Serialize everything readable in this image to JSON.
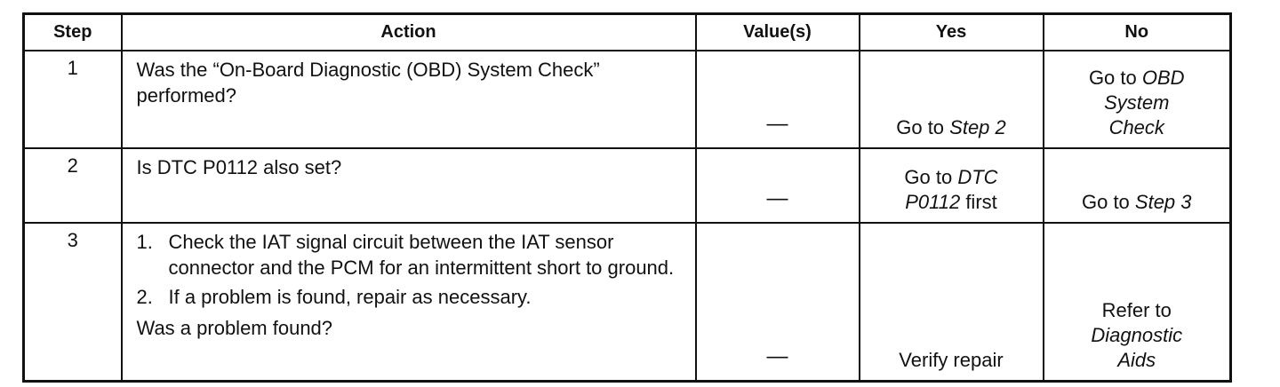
{
  "headers": {
    "step": "Step",
    "action": "Action",
    "values": "Value(s)",
    "yes": "Yes",
    "no": "No"
  },
  "rows": [
    {
      "step": "1",
      "action": "Was the “On-Board Diagnostic (OBD) System Check” performed?",
      "value": "—",
      "yes": {
        "prefix": "Go to ",
        "ref": "Step 2"
      },
      "no": {
        "prefix": "Go to ",
        "ref_line1": "OBD",
        "ref_line2": "System",
        "ref_line3": "Check"
      }
    },
    {
      "step": "2",
      "action": "Is DTC P0112 also set?",
      "value": "—",
      "yes": {
        "prefix": "Go to ",
        "ref_a": "DTC",
        "ref_b": "P0112",
        "suffix": " first"
      },
      "no": {
        "prefix": "Go to ",
        "ref": "Step 3"
      }
    },
    {
      "step": "3",
      "action_items": [
        {
          "num": "1.",
          "text": "Check the IAT signal circuit between the IAT sensor connector and the PCM for an intermittent short to ground."
        },
        {
          "num": "2.",
          "text": "If a problem is found, repair as necessary."
        }
      ],
      "action_question": "Was a problem found?",
      "value": "—",
      "yes": {
        "text": "Verify repair"
      },
      "no": {
        "prefix": "Refer to",
        "ref_line1": "Diagnostic",
        "ref_line2": "Aids"
      }
    }
  ]
}
